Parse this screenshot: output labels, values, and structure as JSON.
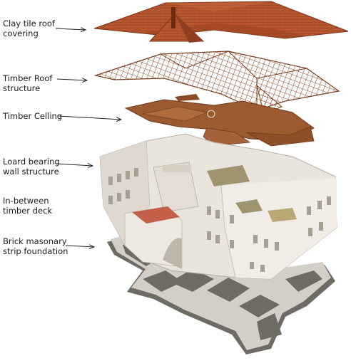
{
  "labels": [
    {
      "text": "Clay tile roof\ncovering",
      "component": "roof-covering"
    },
    {
      "text": "Timber Roof\nstructure",
      "component": "roof-structure"
    },
    {
      "text": "Timber Celling",
      "component": "ceiling"
    },
    {
      "text": "Loard bearing\nwall structure",
      "component": "walls"
    },
    {
      "text": "In-between\ntimber deck",
      "component": "deck"
    },
    {
      "text": "Brick masonary\nstrip foundation",
      "component": "foundation"
    }
  ],
  "colors": {
    "roof_tile": "#b8562f",
    "roof_tile_dark": "#8f3f20",
    "timber": "#8a4a26",
    "ceiling": "#9c5a30",
    "wall": "#e9e4dc",
    "wall_shadow": "#c9c2b8",
    "foundation_top": "#d4cfc6",
    "foundation_side": "#6e6a64",
    "red_roof": "#c4604a",
    "arrow": "#222222"
  }
}
